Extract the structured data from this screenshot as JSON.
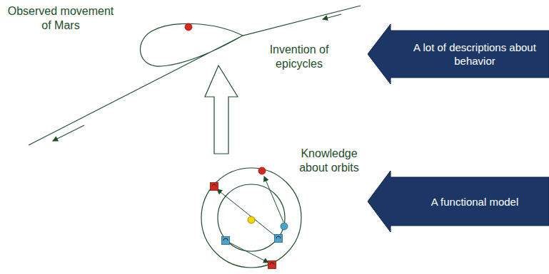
{
  "diagram": {
    "nodes": [
      {
        "text": [
          "A lot of descriptions about behavior"
        ]
      },
      {
        "text": [
          "A functional model"
        ]
      }
    ],
    "labels": [
      "Observed movement of Mars",
      "Invention of epicycles",
      "Knowledge about orbits"
    ]
  }
}
